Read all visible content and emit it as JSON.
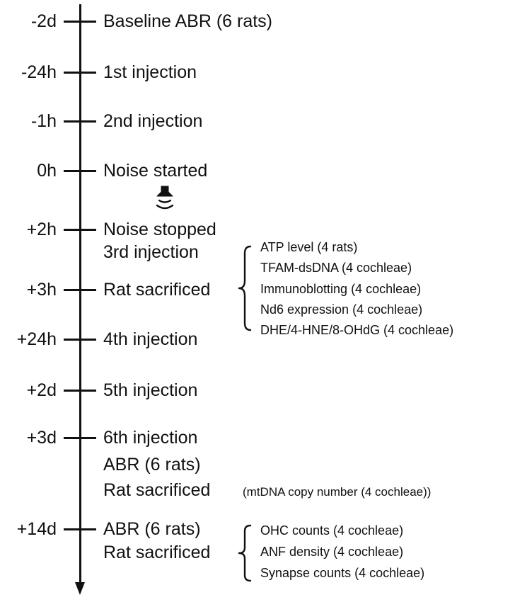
{
  "timeline": {
    "time_labels": [
      "-2d",
      "-24h",
      "-1h",
      "0h",
      "+2h",
      "+3h",
      "+24h",
      "+2d",
      "+3d",
      "+14d"
    ],
    "events": [
      "Baseline ABR (6 rats)",
      "1st injection",
      "2nd injection",
      "Noise started",
      "Noise stopped",
      "3rd injection",
      "Rat sacrificed",
      "4th injection",
      "5th injection",
      "6th injection",
      "ABR (6 rats)",
      "Rat sacrificed",
      "ABR (6 rats)",
      "Rat sacrificed"
    ],
    "noise_icon": "speaker-sound-icon"
  },
  "assays_3h": [
    "ATP level (4 rats)",
    "TFAM-dsDNA (4 cochleae)",
    "Immunoblotting (4 cochleae)",
    "Nd6 expression (4 cochleae)",
    "DHE/4-HNE/8-OHdG (4 cochleae)"
  ],
  "assay_3d": "(mtDNA copy number (4 cochleae))",
  "assays_14d": [
    "OHC counts (4 cochleae)",
    "ANF density (4 cochleae)",
    "Synapse counts (4 cochleae)"
  ]
}
